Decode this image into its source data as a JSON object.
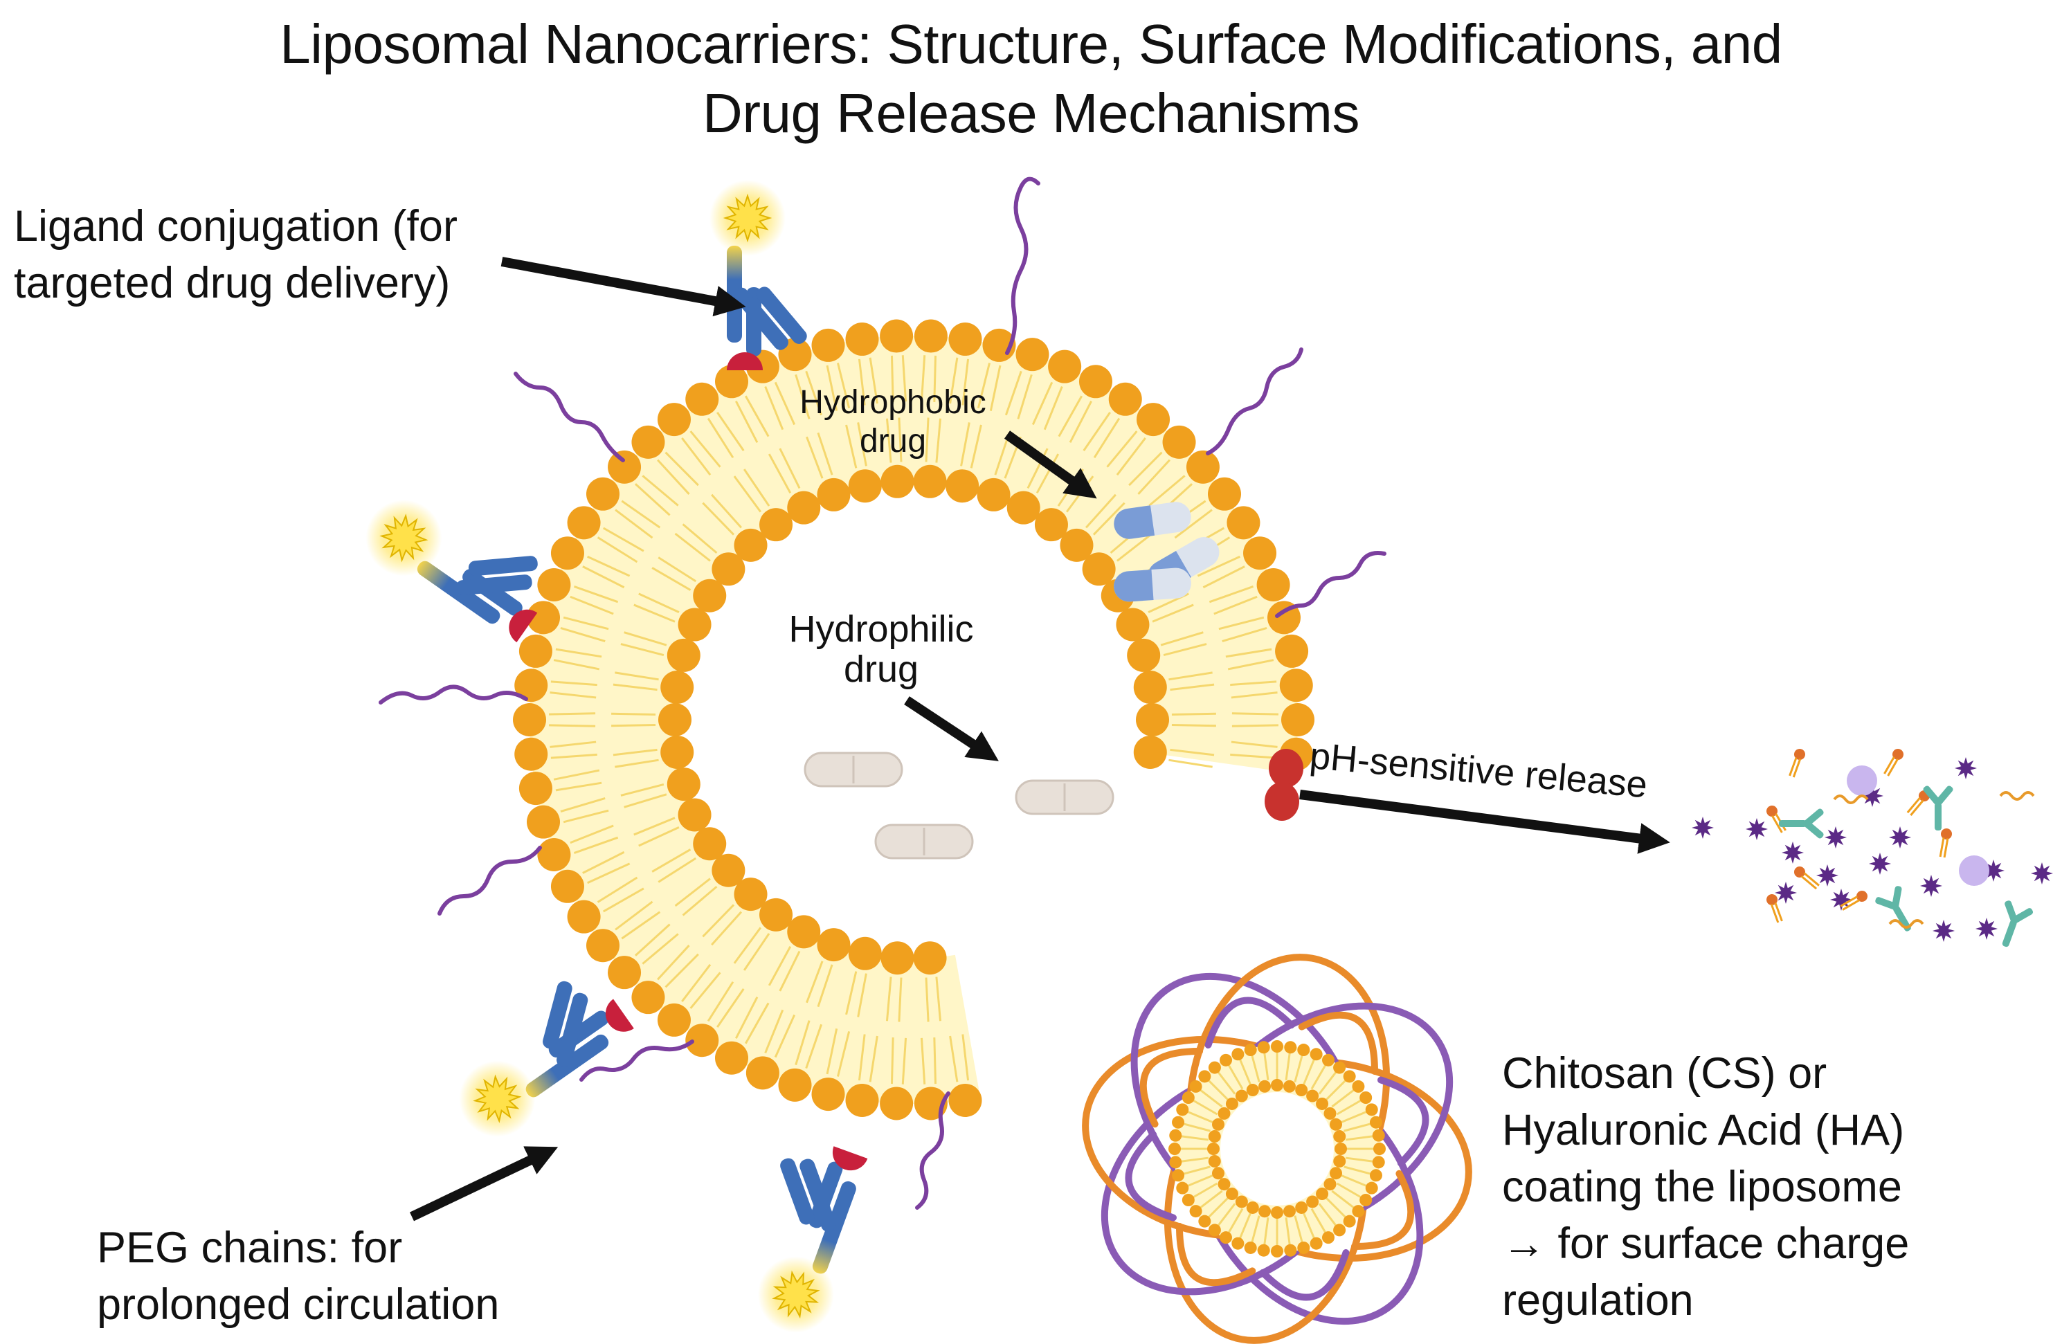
{
  "title": {
    "line1": "Liposomal Nanocarriers: Structure, Surface Modifications, and",
    "line2": "Drug Release Mechanisms"
  },
  "labels": {
    "ligand": {
      "line1": "Ligand conjugation (for",
      "line2": "targeted drug delivery)"
    },
    "hydrophobic": {
      "line1": "Hydrophobic",
      "line2": "drug"
    },
    "hydrophilic": {
      "line1": "Hydrophilic",
      "line2": "drug"
    },
    "ph_release": "pH-sensitive release",
    "peg": {
      "line1": "PEG chains: for",
      "line2": "prolonged circulation"
    },
    "coating": {
      "line1": "Chitosan (CS) or",
      "line2": "Hyaluronic Acid (HA)",
      "line3": "coating the liposome",
      "line4": "→ for surface charge",
      "line5": "regulation"
    }
  },
  "colors": {
    "lipid_head": "#F0A01E",
    "lipid_tail": "#F5D76E",
    "bilayer_fill": "#FFF6C8",
    "antibody": "#3E6FB8",
    "ligand_glow": "#FFE14A",
    "anchor": "#C8203C",
    "peg": "#7B3F9E",
    "arrow": "#111111",
    "drug_hydrophilic": "#E8E0D8",
    "drug_hydrophobic_blue": "#7A9CD6",
    "coating_orange": "#E98B2A",
    "coating_purple": "#8A5BB5",
    "released_particle": "#5B2A86",
    "released_antibody": "#5FB6A6"
  },
  "icons": [
    "antibody-ligand-icon",
    "peg-chain-icon",
    "capsule-drug-icon",
    "tablet-drug-icon",
    "coated-liposome-icon",
    "released-cargo-icon"
  ]
}
